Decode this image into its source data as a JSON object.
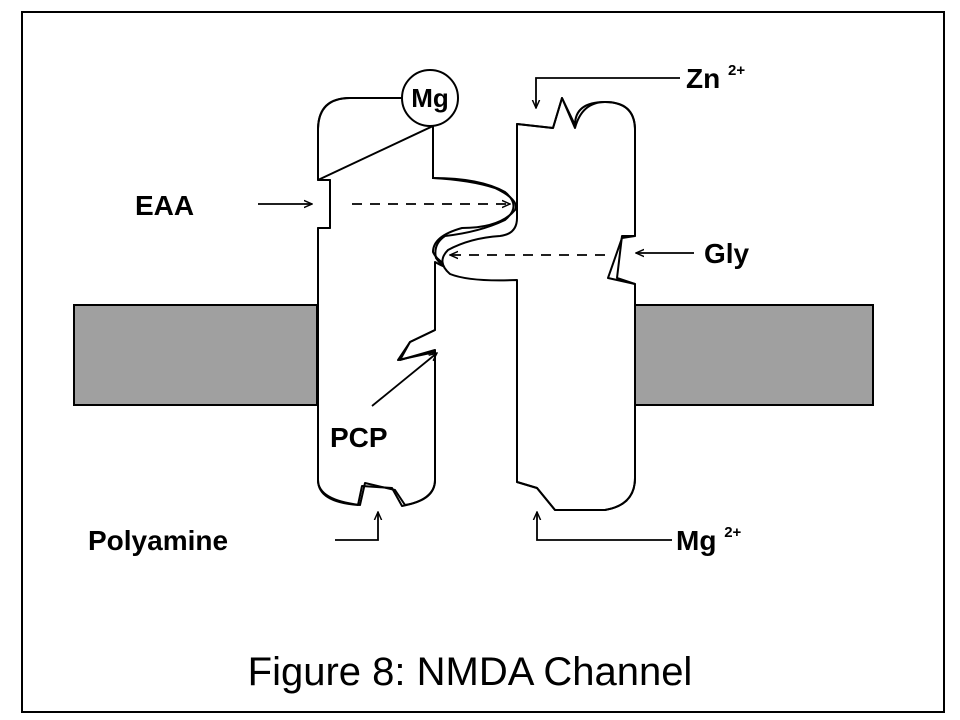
{
  "caption": "Figure 8: NMDA Channel",
  "labels": {
    "mg_site": "Mg",
    "zn_base": "Zn",
    "zn_sup": "2+",
    "eaa": "EAA",
    "gly": "Gly",
    "pcp": "PCP",
    "polyamine": "Polyamine",
    "mg2_base": "Mg",
    "mg2_sup": "2+"
  },
  "colors": {
    "membrane": "#a0a0a0",
    "stroke": "#000000",
    "background": "#ffffff"
  }
}
